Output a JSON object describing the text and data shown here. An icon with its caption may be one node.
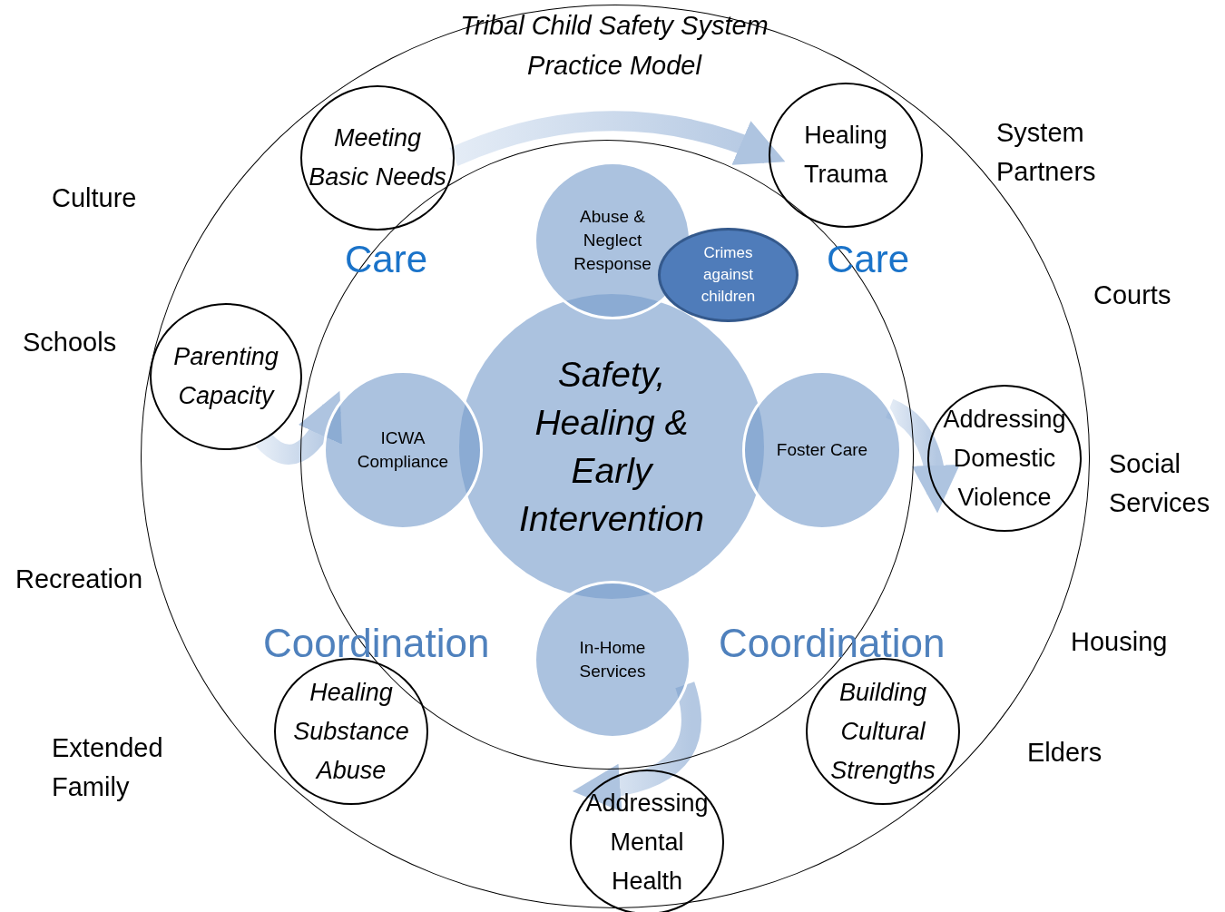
{
  "diagram": {
    "title": "Tribal Child Safety System Practice Model",
    "nodes": [
      {
        "text": [],
        "shape": "circle"
      },
      {
        "text": [],
        "shape": "circle",
        "in": 0
      },
      {
        "text": [
          "Safety, Healing & Early Intervention"
        ],
        "in": 1
      },
      {
        "text": [
          "Abuse & Neglect Response"
        ],
        "in": 1
      },
      {
        "text": [
          "Crimes against children"
        ],
        "in": 1
      },
      {
        "text": [
          "ICWA Compliance"
        ],
        "in": 1
      },
      {
        "text": [
          "Foster Care"
        ],
        "in": 1
      },
      {
        "text": [
          "In-Home Services"
        ],
        "in": 1
      },
      {
        "text": [
          "Meeting Basic Needs"
        ],
        "in": 0
      },
      {
        "text": [
          "Healing Trauma"
        ],
        "in": 0
      },
      {
        "text": [
          "Parenting Capacity"
        ],
        "in": 0
      },
      {
        "text": [
          "Addressing Domestic Violence"
        ],
        "in": 0
      },
      {
        "text": [
          "Healing Substance Abuse"
        ],
        "in": 0
      },
      {
        "text": [
          "Building Cultural Strengths"
        ],
        "in": 0
      },
      {
        "text": [
          "Addressing Mental Health"
        ],
        "in": 0
      }
    ],
    "edges": [
      {
        "from": 8,
        "to": 9,
        "arrow": "to"
      },
      {
        "from": 6,
        "to": 11,
        "arrow": "to"
      },
      {
        "from": 7,
        "to": 14,
        "arrow": "to"
      },
      {
        "from": 10,
        "to": 5,
        "arrow": "to"
      }
    ],
    "labels": [
      "Care",
      "Care",
      "Coordination",
      "Coordination",
      "Culture",
      "System Partners",
      "Courts",
      "Schools",
      "Social Services",
      "Recreation",
      "Housing",
      "Extended Family",
      "Elders"
    ]
  }
}
